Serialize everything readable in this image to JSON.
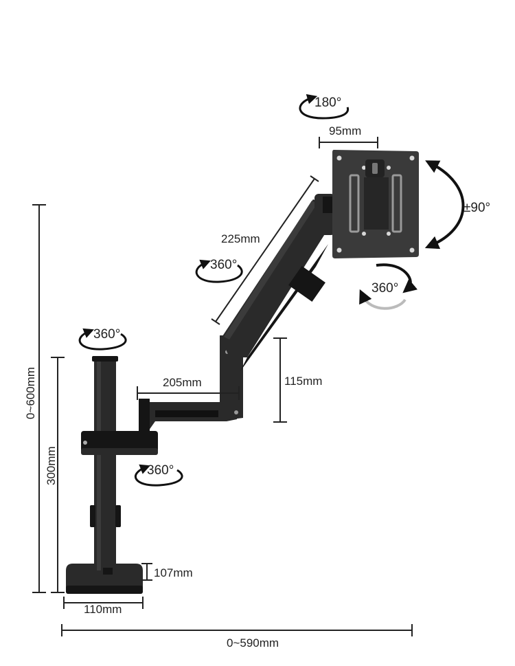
{
  "diagram": {
    "rotations": {
      "vesa_top": "180°",
      "vesa_tilt": "±90°",
      "vesa_swivel": "360°",
      "arm_upper": "360°",
      "pole_top": "360°",
      "clamp": "360°"
    },
    "dimensions": {
      "vesa_width": "95mm",
      "arm_length": "225mm",
      "lower_arm_length": "205mm",
      "elbow_height": "115mm",
      "total_height": "0~600mm",
      "pole_height": "300mm",
      "base_height": "107mm",
      "base_width": "110mm",
      "total_reach": "0~590mm"
    }
  }
}
